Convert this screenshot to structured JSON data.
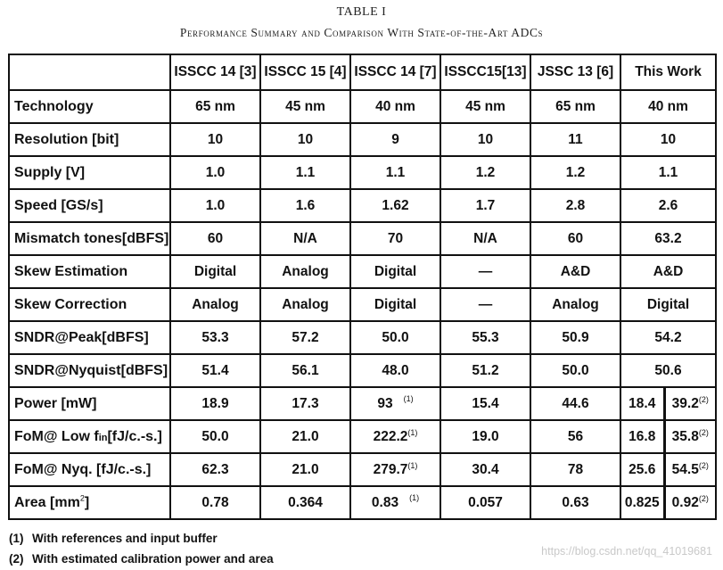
{
  "caption": {
    "line1": "TABLE I",
    "line2": "Performance Summary and Comparison With State-of-the-Art ADCs"
  },
  "table": {
    "header": [
      "",
      "ISSCC 14 [3]",
      "ISSCC 15 [4]",
      "ISSCC 14 [7]",
      "ISSCC15[13]",
      "JSSC 13 [6]",
      "This Work"
    ],
    "rows": [
      {
        "label": "Technology",
        "cells": [
          "65 nm",
          "45 nm",
          "40 nm",
          "45 nm",
          "65 nm",
          "40 nm"
        ]
      },
      {
        "label": "Resolution [bit]",
        "cells": [
          "10",
          "10",
          "9",
          "10",
          "11",
          "10"
        ]
      },
      {
        "label": "Supply [V]",
        "cells": [
          "1.0",
          "1.1",
          "1.1",
          "1.2",
          "1.2",
          "1.1"
        ]
      },
      {
        "label": "Speed [GS/s]",
        "cells": [
          "1.0",
          "1.6",
          "1.62",
          "1.7",
          "2.8",
          "2.6"
        ]
      },
      {
        "label": "Mismatch tones[dBFS]",
        "cells": [
          "60",
          "N/A",
          "70",
          "N/A",
          "60",
          "63.2"
        ]
      },
      {
        "label": "Skew Estimation",
        "cells": [
          "Digital",
          "Analog",
          "Digital",
          "—",
          "A&D",
          "A&D"
        ]
      },
      {
        "label": "Skew Correction",
        "cells": [
          "Analog",
          "Analog",
          "Digital",
          "—",
          "Analog",
          "Digital"
        ]
      },
      {
        "label": "SNDR@Peak[dBFS]",
        "cells": [
          "53.3",
          "57.2",
          "50.0",
          "55.3",
          "50.9",
          "54.2"
        ]
      },
      {
        "label": "SNDR@Nyquist[dBFS]",
        "cells": [
          "51.4",
          "56.1",
          "48.0",
          "51.2",
          "50.0",
          "50.6"
        ]
      }
    ],
    "power_row": {
      "label": "Power [mW]",
      "cells": [
        "18.9",
        "17.3",
        "93",
        "15.4",
        "44.6"
      ],
      "col3_note": "(1)",
      "this_work_a": "18.4",
      "this_work_b": "39.2",
      "this_work_b_note": "(2)"
    },
    "fom_low_row": {
      "label_pre": "FoM@ Low f",
      "label_sub": "in",
      "label_post": "[fJ/c.-s.]",
      "cells": [
        "50.0",
        "21.0",
        "222.2",
        "19.0",
        "56"
      ],
      "col3_note": "(1)",
      "this_work_a": "16.8",
      "this_work_b": "35.8",
      "this_work_b_note": "(2)"
    },
    "fom_nyq_row": {
      "label": "FoM@ Nyq. [fJ/c.-s.]",
      "cells": [
        "62.3",
        "21.0",
        "279.7",
        "30.4",
        "78"
      ],
      "col3_note": "(1)",
      "this_work_a": "25.6",
      "this_work_b": "54.5",
      "this_work_b_note": "(2)"
    },
    "area_row": {
      "label_pre": "Area [mm",
      "label_sup": "2",
      "label_post": "]",
      "cells": [
        "0.78",
        "0.364",
        "0.83",
        "0.057",
        "0.63"
      ],
      "col3_note": "(1)",
      "this_work_a": "0.825",
      "this_work_b": "0.92",
      "this_work_b_note": "(2)"
    }
  },
  "notes": [
    {
      "num": "(1)",
      "text": "With references and input buffer"
    },
    {
      "num": "(2)",
      "text": "With estimated calibration power and area"
    }
  ],
  "watermark": "https://blog.csdn.net/qq_41019681"
}
